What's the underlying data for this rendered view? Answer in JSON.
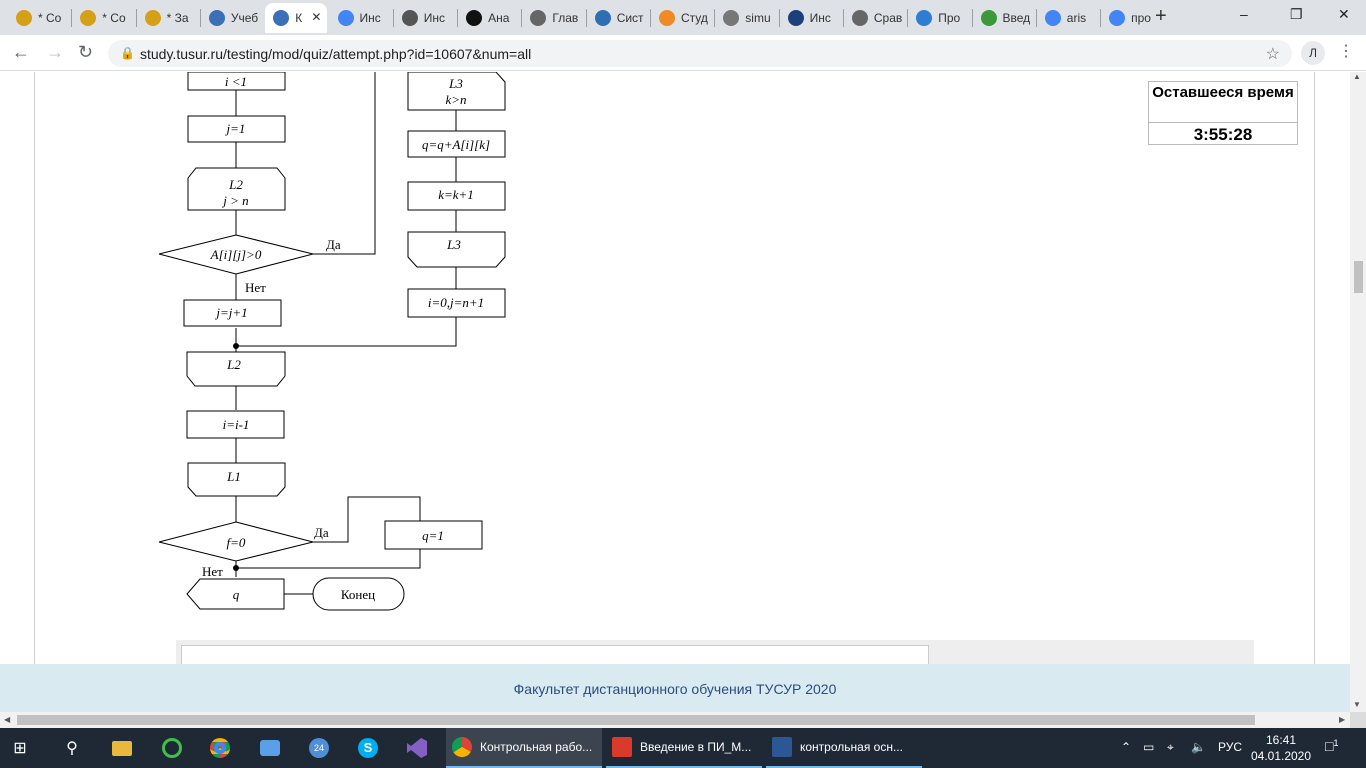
{
  "browser": {
    "tabs": [
      {
        "label": "* Co",
        "color": "#d4a017"
      },
      {
        "label": "* Co",
        "color": "#d4a017"
      },
      {
        "label": "* За",
        "color": "#d4a017"
      },
      {
        "label": "Учеб",
        "color": "#3b6fb6"
      },
      {
        "label": "К",
        "color": "#3b6fb6",
        "active": true
      },
      {
        "label": "Инс",
        "color": "#4285f4"
      },
      {
        "label": "Инс",
        "color": "#555555"
      },
      {
        "label": "Ана",
        "color": "#111111"
      },
      {
        "label": "Глав",
        "color": "#666666"
      },
      {
        "label": "Сист",
        "color": "#2f6db5"
      },
      {
        "label": "Студ",
        "color": "#f08a24"
      },
      {
        "label": "simu",
        "color": "#777777"
      },
      {
        "label": "Инс",
        "color": "#1d3f7a"
      },
      {
        "label": "Срав",
        "color": "#666666"
      },
      {
        "label": "Про",
        "color": "#2d7dd2"
      },
      {
        "label": "Введ",
        "color": "#3a9a3a"
      },
      {
        "label": "aris",
        "color": "#4285f4"
      },
      {
        "label": "про",
        "color": "#4285f4"
      }
    ],
    "new_tab_label": "+",
    "url": "study.tusur.ru/testing/mod/quiz/attempt.php?id=10607&num=all",
    "profile_initial": "Л"
  },
  "flowchart": {
    "top_condition": "i <1",
    "j_init": "j=1",
    "loop_l2_label": "L2",
    "loop_l2_cond": "j > n",
    "decision_1": "A[i][j]>0",
    "yes_1": "Да",
    "no_1": "Нет",
    "j_increment": "j=j+1",
    "loop_l3_label": "L3",
    "loop_l3_cond": "k>n",
    "q_sum": "q=q+A[i][k]",
    "k_increment": "k=k+1",
    "loop_l3_end": "L3",
    "reset": "i=0,j=n+1",
    "loop_l2_end": "L2",
    "i_decrement": "i=i-1",
    "loop_l1_end": "L1",
    "decision_2": "f=0",
    "yes_2": "Да",
    "q_assign": "q=1",
    "no_2": "Нет",
    "output": "q",
    "end": "Конец"
  },
  "timer": {
    "label": "Оставшееся время",
    "value": "3:55:28"
  },
  "footer": {
    "text": "Факультет дистанционного обучения ТУСУР 2020"
  },
  "taskbar": {
    "apps": [
      {
        "label": "Контрольная рабо...",
        "icon": "chrome-icon",
        "active": true
      },
      {
        "label": "Введение в ПИ_М...",
        "icon": "pdf-icon"
      },
      {
        "label": "контрольная осн...",
        "icon": "word-icon"
      }
    ],
    "language": "РУС",
    "time": "16:41",
    "date": "04.01.2020",
    "notifications": "1"
  }
}
